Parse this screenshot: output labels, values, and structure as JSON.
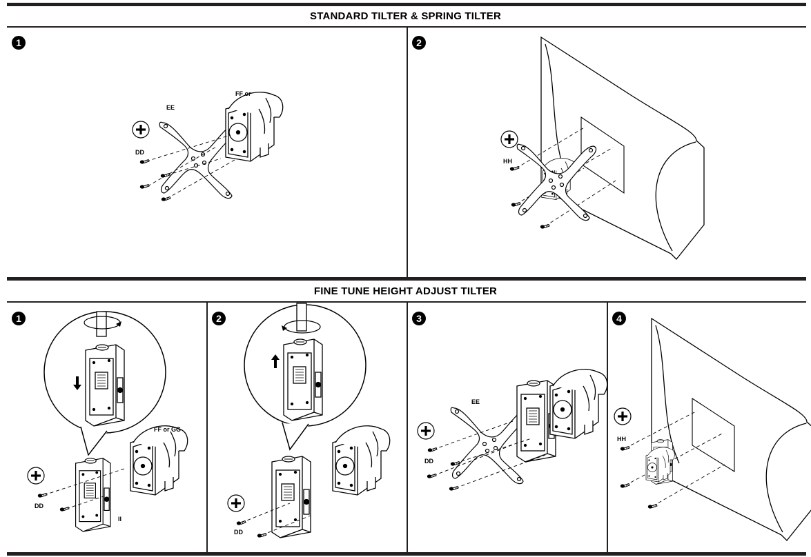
{
  "sections": [
    {
      "title": "STANDARD TILTER & SPRING TILTER",
      "panels": [
        {
          "step": "1",
          "labels": [
            "EE",
            "FF or",
            "DD"
          ]
        },
        {
          "step": "2",
          "labels": [
            "HH"
          ]
        }
      ]
    },
    {
      "title": "FINE TUNE HEIGHT ADJUST TILTER",
      "panels": [
        {
          "step": "1",
          "labels": [
            "FF or GG",
            "DD",
            "II"
          ]
        },
        {
          "step": "2",
          "labels": [
            "DD"
          ]
        },
        {
          "step": "3",
          "labels": [
            "EE",
            "DD"
          ]
        },
        {
          "step": "4",
          "labels": [
            "HH"
          ]
        }
      ]
    }
  ],
  "icons": {
    "screwdriver": "phillips-screwdriver-icon",
    "step_marker": "black-circle-number"
  },
  "colors": {
    "ink": "#231f20",
    "background": "#ffffff"
  }
}
